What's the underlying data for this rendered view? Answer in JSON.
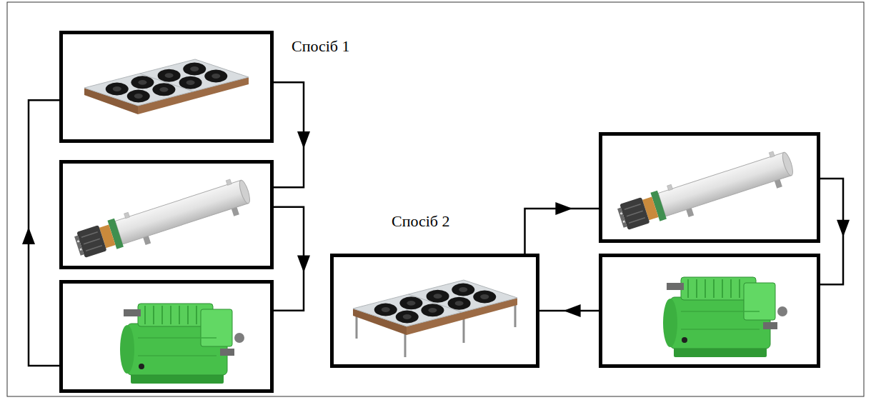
{
  "diagram": {
    "nodes": [
      {
        "text": []
      },
      {
        "text": []
      },
      {
        "text": []
      },
      {
        "text": []
      },
      {
        "text": []
      },
      {
        "text": []
      }
    ],
    "edges": [
      {
        "from": 0,
        "to": 1,
        "arrow": "to"
      },
      {
        "from": 1,
        "to": 2,
        "arrow": "to"
      },
      {
        "from": 2,
        "to": 0,
        "arrow": "to"
      },
      {
        "from": 5,
        "to": 3,
        "arrow": "to"
      },
      {
        "from": 3,
        "to": 4,
        "arrow": "to"
      },
      {
        "from": 4,
        "to": 5,
        "arrow": "to"
      }
    ],
    "labels": [
      "Спосіб 1",
      "Спосіб 2"
    ]
  }
}
